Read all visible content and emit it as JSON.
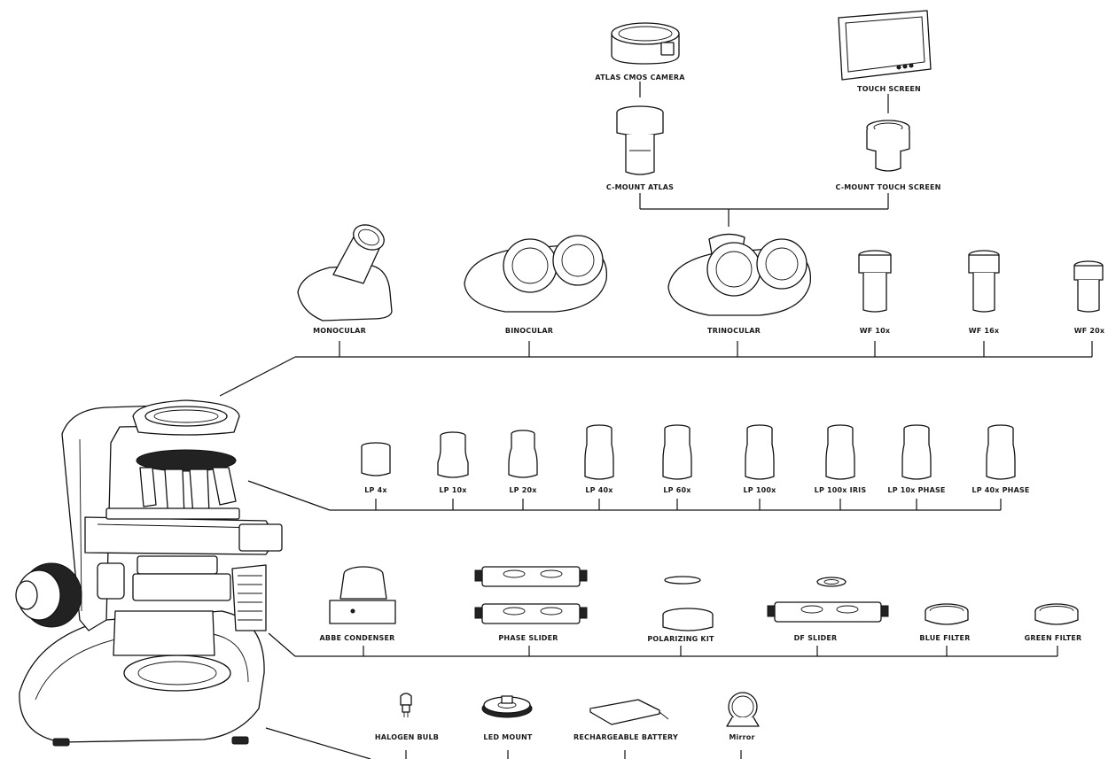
{
  "colors": {
    "line": "#111111",
    "label": "#1a1a1a",
    "background": "#ffffff"
  },
  "labels": {
    "atlas_cmos_camera": "ATLAS CMOS CAMERA",
    "touch_screen": "TOUCH SCREEN",
    "c_mount_atlas": "C-MOUNT ATLAS",
    "c_mount_touch_screen": "C-MOUNT TOUCH SCREEN",
    "monocular": "MONOCULAR",
    "binocular": "BINOCULAR",
    "trinocular": "TRINOCULAR",
    "wf_10x": "WF 10x",
    "wf_16x": "WF 16x",
    "wf_20x": "WF 20x",
    "lp_4x": "LP 4x",
    "lp_10x": "LP 10x",
    "lp_20x": "LP 20x",
    "lp_40x": "LP 40x",
    "lp_60x": "LP 60x",
    "lp_100x": "LP 100x",
    "lp_100x_iris": "LP 100x IRIS",
    "lp_10x_phase": "LP 10x PHASE",
    "lp_40x_phase": "LP 40x PHASE",
    "abbe_condenser": "ABBE CONDENSER",
    "phase_slider": "PHASE SLIDER",
    "polarizing_kit": "POLARIZING KIT",
    "df_slider": "DF SLIDER",
    "blue_filter": "BLUE FILTER",
    "green_filter": "GREEN FILTER",
    "halogen_bulb": "HALOGEN BULB",
    "led_mount": "LED MOUNT",
    "rechargeable_battery": "RECHARGEABLE BATTERY",
    "mirror": "Mirror"
  },
  "icons": {
    "microscope": "microscope-icon",
    "camera": "camera-icon",
    "touch_screen": "monitor-icon",
    "c_mount": "c-mount-adapter-icon",
    "head": "microscope-head-icon",
    "eyepiece": "eyepiece-icon",
    "objective": "objective-lens-icon",
    "condenser": "condenser-icon",
    "slider": "slider-icon",
    "filter": "filter-ring-icon",
    "bulb": "bulb-icon",
    "led_mount": "gear-icon",
    "battery": "battery-icon",
    "mirror": "mirror-icon"
  }
}
